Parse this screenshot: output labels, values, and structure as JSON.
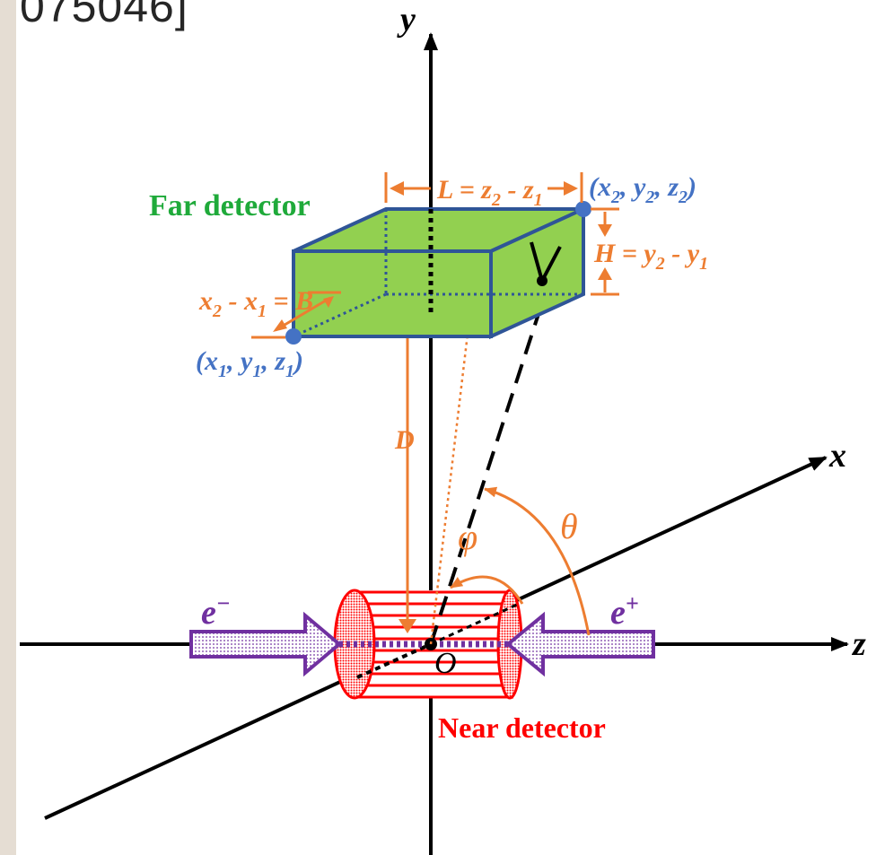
{
  "reference_fragment": "075046]",
  "labels": {
    "far_detector": "Far detector",
    "near_detector": "Near detector",
    "axis_x": "x",
    "axis_y": "y",
    "axis_z": "z",
    "origin": "O",
    "electron": "e",
    "electron_sup": "−",
    "positron": "e",
    "positron_sup": "+",
    "phi": "φ",
    "theta": "θ",
    "D": "D",
    "length_L": "L = z",
    "length_L_sub2": "2",
    "length_L_mid": " - z",
    "length_L_sub1": "1",
    "height_H": "H = y",
    "height_H_sub2": "2",
    "height_H_mid": " - y",
    "height_H_sub1": "1",
    "width_B_x": "x",
    "width_B_sub2": "2",
    "width_B_mid": " - x",
    "width_B_sub1": "1",
    "width_B_eq": " = B",
    "corner1_x": "(x",
    "corner1_x_sub": "1",
    "corner1_y": ", y",
    "corner1_y_sub": "1",
    "corner1_z": ", z",
    "corner1_z_sub": "1",
    "corner1_close": ")",
    "corner2_x": "(x",
    "corner2_x_sub": "2",
    "corner2_y": ", y",
    "corner2_y_sub": "2",
    "corner2_z": ", z",
    "corner2_z_sub": "2",
    "corner2_close": ")"
  },
  "colors": {
    "orange": "#ed7d31",
    "blue": "#4472c4",
    "green_label": "#1faa3a",
    "box_fill": "#92d050",
    "box_edge": "#2f5597",
    "red": "#ff0000",
    "purple": "#7030a0",
    "black": "#000000",
    "sidebar": "#e5ddd3"
  }
}
